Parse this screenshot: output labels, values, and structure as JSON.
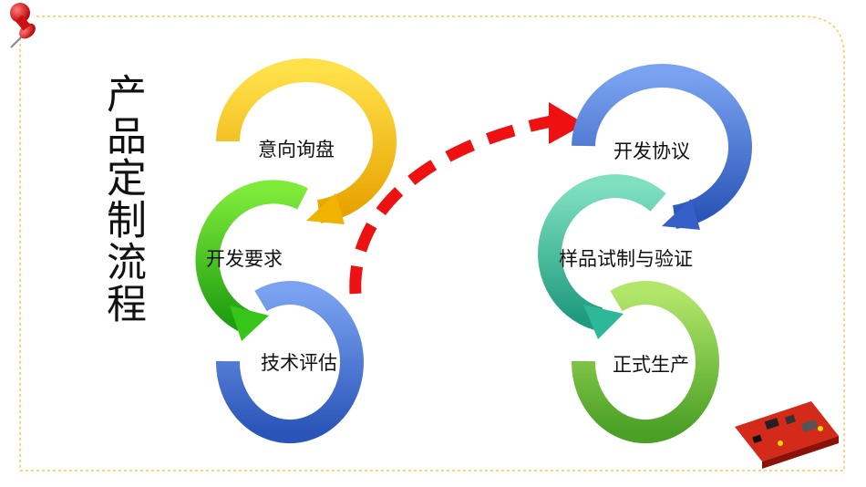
{
  "title": "产品定制流程",
  "left_steps": [
    "意向询盘",
    "开发要求",
    "技术评估"
  ],
  "right_steps": [
    "开发协议",
    "样品试制与验证",
    "正式生产"
  ],
  "colors": {
    "yellow": "#f5b800",
    "green": "#36c61a",
    "blue": "#3f6fd0",
    "teal": "#2eb89a",
    "lightgreen": "#6cc23a",
    "arrow_red": "#ee1111",
    "border": "#f0c850"
  },
  "icons": [
    "pushpin-icon",
    "circuit-board-image"
  ]
}
